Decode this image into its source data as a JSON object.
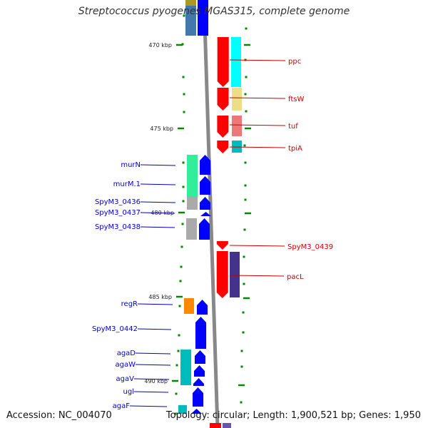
{
  "title": "Streptococcus pyogenes MGAS315, complete genome",
  "footer": {
    "accession": "Accession: NC_004070",
    "stats": "Topology: circular; Length: 1,900,521 bp; Genes: 1,950"
  },
  "colors": {
    "left_label": "#0000cc",
    "right_label": "#cc0000",
    "tick": "#008800",
    "backbone": "#888888"
  },
  "ticks": [
    {
      "label": "470 kbp",
      "side": "left"
    },
    {
      "label": "475 kbp",
      "side": "left"
    },
    {
      "label": "480 kbp",
      "side": "left"
    },
    {
      "label": "485 kbp",
      "side": "left"
    },
    {
      "label": "490 kbp",
      "side": "left"
    }
  ],
  "genes_left": [
    {
      "name": "murN",
      "color": "#33ee99"
    },
    {
      "name": "murM.1",
      "color": "#33ee99"
    },
    {
      "name": "SpyM3_0436",
      "color": "#aaaaaa"
    },
    {
      "name": "SpyM3_0437",
      "color": "#aaaaaa"
    },
    {
      "name": "SpyM3_0438",
      "color": "#aaaaaa"
    },
    {
      "name": "regR",
      "color": "#ff8800"
    },
    {
      "name": "SpyM3_0442",
      "color": "#0000ff"
    },
    {
      "name": "agaD",
      "color": "#00bbbb"
    },
    {
      "name": "agaW",
      "color": "#00bbbb"
    },
    {
      "name": "agaV",
      "color": "#00bbbb"
    },
    {
      "name": "ugl",
      "color": "#0000ff"
    },
    {
      "name": "agaF",
      "color": "#00bbbb"
    }
  ],
  "genes_right": [
    {
      "name": "ppc",
      "color": "#00ffff"
    },
    {
      "name": "ftsW",
      "color": "#eedd88"
    },
    {
      "name": "tuf",
      "color": "#ee7777"
    },
    {
      "name": "tpiA",
      "color": "#00bbbb"
    },
    {
      "name": "SpyM3_0439",
      "color": "#ff0000"
    },
    {
      "name": "pacL",
      "color": "#443388"
    }
  ]
}
